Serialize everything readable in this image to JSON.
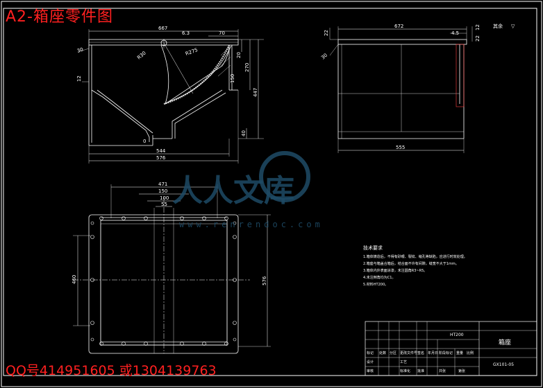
{
  "header": {
    "title": "A2-箱座零件图"
  },
  "footer": {
    "contact": "QQ号414951605 或1304139763"
  },
  "front_view": {
    "dims": {
      "top_width": "667",
      "slot": "6.3",
      "right_flange": "70",
      "left_flange": "30",
      "radius_small": "R30",
      "radius_large": "R275",
      "offset": "12",
      "height_a": "20",
      "height_b": "270",
      "total_height": "447",
      "small_height": "40",
      "bottom_mark": "0",
      "inner_width": "544",
      "outer_width": "576",
      "angle_mark": "150"
    }
  },
  "side_view": {
    "dims": {
      "top_width": "672",
      "small_a": "22",
      "small_b": "12",
      "small_c": "4.5",
      "small_d": "22",
      "corner": "30",
      "bottom_width": "555"
    },
    "note": "其余"
  },
  "top_view": {
    "dims": {
      "w1": "471",
      "w2": "150",
      "w3": "100",
      "w4": "55",
      "left_h": "460",
      "right_h": "576"
    }
  },
  "tech_req": {
    "title": "技术要求",
    "items": [
      "1.箱体铸造后，不得有砂眼、裂纹、缩孔等缺陷，应进行时效处理。",
      "2.箱座与箱盖合箱后，结合面不许有间隙，缝宽不大于1mm。",
      "3.箱体内外表面涂漆，未注圆角R3~R5。",
      "4.未注倒角均为C1。",
      "5.材料HT200。"
    ]
  },
  "title_block": {
    "material": "HT200",
    "part_name": "箱座",
    "drawing_no": "GX101-05",
    "labels": [
      "标记",
      "处数",
      "分区",
      "更改文件号",
      "签名",
      "年月日",
      "设计",
      "审核",
      "工艺",
      "标准化",
      "批准",
      "阶段标记",
      "重量",
      "比例",
      "共张",
      "第张"
    ]
  },
  "watermark": {
    "text": "人人文库",
    "url": "www.renrendoc.com"
  }
}
